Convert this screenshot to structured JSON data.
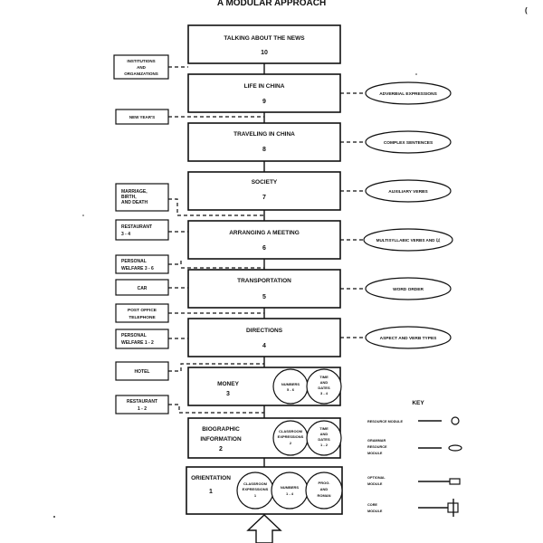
{
  "title": "A MODULAR APPROACH",
  "core_modules": [
    {
      "name": "TALKING ABOUT THE NEWS",
      "number": "10"
    },
    {
      "name": "LIFE IN CHINA",
      "number": "9"
    },
    {
      "name": "TRAVELING IN CHINA",
      "number": "8"
    },
    {
      "name": "SOCIETY",
      "number": "7"
    },
    {
      "name": "ARRANGING A MEETING",
      "number": "6"
    },
    {
      "name": "TRANSPORTATION",
      "number": "5"
    },
    {
      "name": "DIRECTIONS",
      "number": "4"
    },
    {
      "name": "MONEY",
      "number": "3"
    },
    {
      "name_line1": "BIOGRAPHIC",
      "name_line2": "INFORMATION",
      "number": "2"
    },
    {
      "name": "ORIENTATION",
      "number": "1"
    }
  ],
  "resource_modules": [
    {
      "line1": "INSTITUTIONS",
      "line2": "AND",
      "line3": "ORGANIZATIONS"
    },
    {
      "line1": "NEW YEAR'S"
    },
    {
      "line1": "MARRIAGE,",
      "line2": "BIRTH,",
      "line3": "AND DEATH"
    },
    {
      "line1": "RESTAURANT",
      "line2": "3 - 4"
    },
    {
      "line1": "PERSONAL",
      "line2": "WELFARE  3 - 6"
    },
    {
      "line1": "CAR"
    },
    {
      "line1": "POST OFFICE",
      "line2": "TELEPHONE"
    },
    {
      "line1": "PERSONAL",
      "line2": "WELFARE  1 - 2"
    },
    {
      "line1": "HOTEL"
    },
    {
      "line1": "RESTAURANT",
      "line2": "1 - 2"
    }
  ],
  "grammar_modules": [
    "ADVERBIAL EXPRESSIONS",
    "COMPLEX SENTENCES",
    "AUXILIARY VERBS",
    "MULTISYLLABIC VERBS AND 以",
    "WORD ORDER",
    "ASPECT AND VERB TYPES"
  ],
  "circles": {
    "money": [
      {
        "l1": "NUMBERS",
        "l2": "5 - 6"
      },
      {
        "l1": "TIME",
        "l2": "AND",
        "l3": "DATES",
        "l4": "3 - 4"
      }
    ],
    "biographic": [
      {
        "l1": "CLASSROOM",
        "l2": "EXPRESSIONS",
        "l3": "2"
      },
      {
        "l1": "TIME",
        "l2": "AND",
        "l3": "DATES",
        "l4": "1 - 2"
      }
    ],
    "orientation": [
      {
        "l1": "CLASSROOM",
        "l2": "EXPRESSIONS",
        "l3": "1"
      },
      {
        "l1": "NUMBERS",
        "l2": "1 - 4"
      },
      {
        "l1": "PROG.",
        "l2": "AND",
        "l3": "ROMAN"
      }
    ]
  },
  "key": {
    "title": "KEY",
    "items": [
      {
        "line1": "RESOURCE MODULE"
      },
      {
        "line1": "GRAMMAR",
        "line2": "RESOURCE",
        "line3": "MODULE"
      },
      {
        "line1": "OPTIONAL",
        "line2": "MODULE"
      },
      {
        "line1": "CORE",
        "line2": "MODULE"
      }
    ]
  }
}
